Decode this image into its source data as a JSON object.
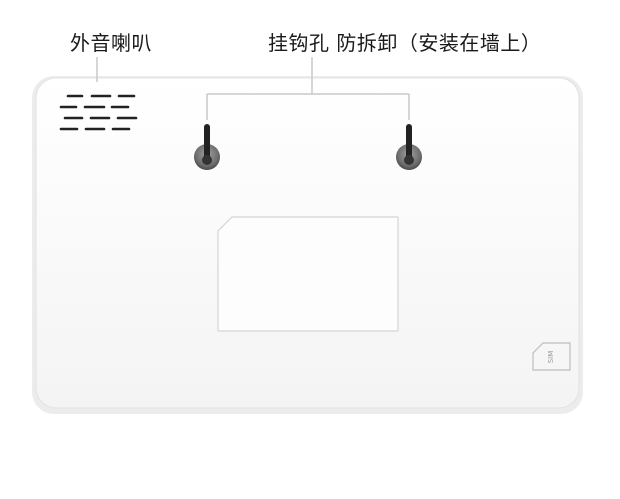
{
  "labels": {
    "speaker": "外音喇叭",
    "hook_tamper": "挂钩孔 防拆卸（安装在墙上）"
  },
  "sim_slot": {
    "text": "SIM"
  },
  "colors": {
    "panel_face": "#fbfbfb",
    "panel_edge": "#e9e9e9",
    "leader_line": "#c8c8c8",
    "slot_dark": "#222222",
    "hole_gray": "#8a8a8a"
  }
}
